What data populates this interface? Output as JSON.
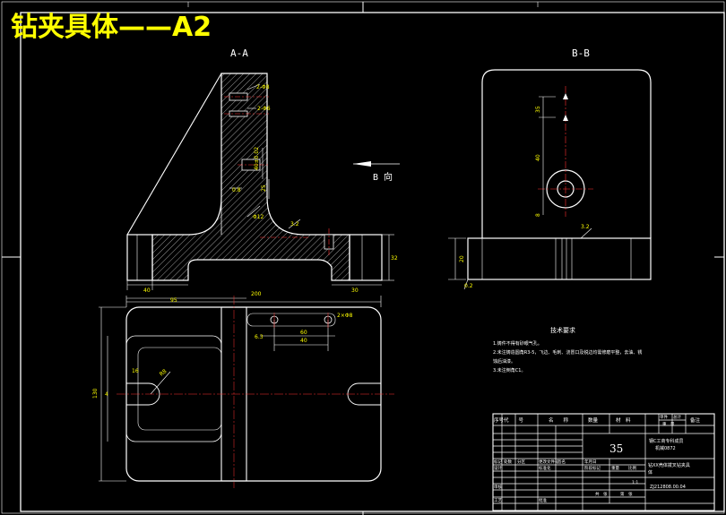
{
  "title": "钻夹具体——A2",
  "sections": {
    "aa": "A-A",
    "bb": "B-B"
  },
  "view_arrow_label": "B 向",
  "dimensions": {
    "aa_base_left": "40",
    "aa_base_right": "30",
    "aa_height_right": "32",
    "overall_width": "200",
    "plan_left": "95",
    "plan_holes_width": "60",
    "plan_hole_spacing": "40",
    "plan_height": "130",
    "plan_small": "4",
    "plan_left_small": "16",
    "bb_height": "20",
    "bb_total": "40",
    "bb_side": "28"
  },
  "annotations": {
    "aa_roughness": "3.2",
    "aa_surface": "0.8",
    "plan_roughness": "6.3",
    "bb_roughness": "3.2",
    "bb_surface": "0.2",
    "hole_callout": "2×Φ8"
  },
  "tech_req": {
    "heading": "技术要求",
    "items": [
      "1.铸件不得有砂眼气孔。",
      "2.未注铸造圆角R3-5，飞边、毛刺、浇冒口及锐边均需修磨平整，去油、锈",
      "蚀后油漆。",
      "3.未注倒角C1。"
    ]
  },
  "title_block": {
    "col_seq": "序号",
    "col_code": "代　　号",
    "col_name": "名　　称",
    "col_qty": "数量",
    "col_material": "材　料",
    "col_weight_single": "单件",
    "col_weight_total": "总计",
    "col_weight": "重　量",
    "col_remark": "备注",
    "material": "35",
    "company_line1": "钢C工商专科成员",
    "company_line2": "机械0872",
    "part_name_line1": "钻XX壳体拨叉钻夹具",
    "part_name_line2": "体",
    "drawing_no": "ZJ212808.00.04",
    "labels": {
      "mark": "标记",
      "count": "处数",
      "zone": "分区",
      "change_doc": "更改文件号",
      "sign": "签名",
      "date": "年月日",
      "design": "设计",
      "standardize": "标准化",
      "stage_mark": "阶段标记",
      "weight": "重量",
      "scale": "比例",
      "review": "审核",
      "process": "工艺",
      "approve": "批准",
      "sheets_total": "共　张",
      "sheet_no": "第　张",
      "scale_value": "1:1"
    }
  }
}
